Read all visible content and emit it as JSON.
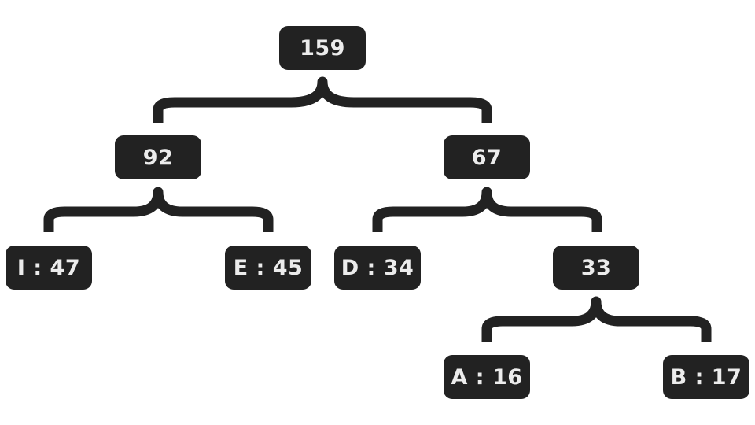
{
  "colors": {
    "node_fill": "#222222",
    "node_text": "#ececec",
    "brace": "#222222",
    "background": "#ffffff"
  },
  "tree": {
    "root": "159",
    "left": "92",
    "right": "67",
    "leaf_i": "I : 47",
    "leaf_e": "E : 45",
    "leaf_d": "D : 34",
    "inner_33": "33",
    "leaf_a": "A : 16",
    "leaf_b": "B : 17"
  }
}
